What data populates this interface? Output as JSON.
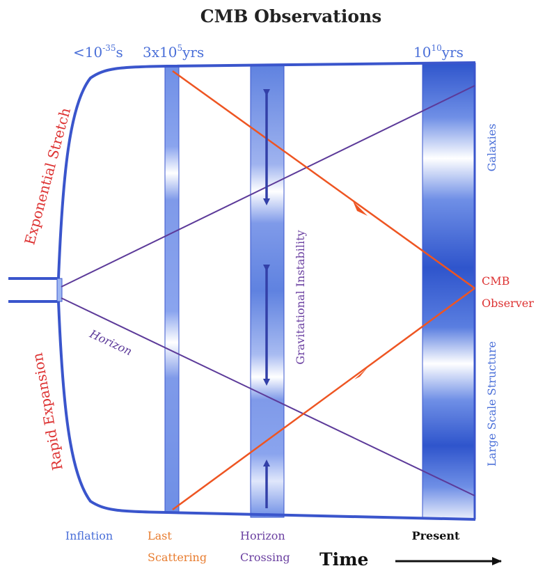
{
  "title": "CMB Observations",
  "time_labels": {
    "inflation_time": "<10",
    "inflation_exp": "-35",
    "inflation_unit": "s",
    "last_scattering_time": "3x10",
    "last_scattering_exp": "5",
    "last_scattering_unit": "yrs",
    "present_time": "10",
    "present_exp": "10",
    "present_unit": "yrs"
  },
  "side_labels": {
    "exponential_stretch": "Exponential Stretch",
    "rapid_expansion": "Rapid Expansion",
    "horizon": "Horizon",
    "gravitational_instability": "Gravitational Instability",
    "galaxies": "Galaxies",
    "large_scale_structure": "Large Scale Structure",
    "cmb": "CMB",
    "observer": "Observer"
  },
  "epochs": {
    "inflation": "Inflation",
    "last_scattering_1": "Last",
    "last_scattering_2": "Scattering",
    "horizon_crossing_1": "Horizon",
    "horizon_crossing_2": "Crossing",
    "present": "Present"
  },
  "axis": {
    "time": "Time"
  },
  "colors": {
    "outline": "#3a55cc",
    "horizon_line": "#5c3a99",
    "light_ray": "#ee5522",
    "red_text": "#dd3333",
    "orange_text": "#e87c2f",
    "blue_text": "#4a6fd8",
    "purple_text": "#6a3fa0",
    "band_dark": "#2f55cc",
    "band_light": "#ffffff"
  }
}
